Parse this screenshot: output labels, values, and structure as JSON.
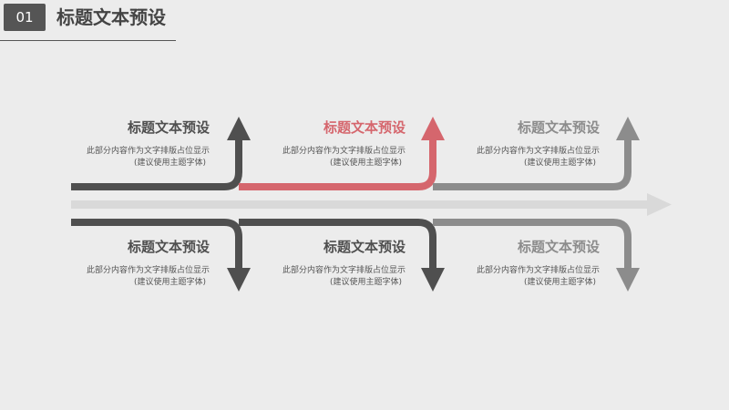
{
  "header": {
    "number": "01",
    "title": "标题文本预设"
  },
  "colors": {
    "dark": "#4f4f4f",
    "accent": "#d5666d",
    "light": "#8c8c8c",
    "track": "#d9d9d9"
  },
  "top_nodes": [
    {
      "title": "标题文本预设",
      "desc_line1": "此部分内容作为文字排版占位显示",
      "desc_line2": "(建议使用主题字体)",
      "color": "#4f4f4f"
    },
    {
      "title": "标题文本预设",
      "desc_line1": "此部分内容作为文字排版占位显示",
      "desc_line2": "(建议使用主题字体)",
      "color": "#d5666d"
    },
    {
      "title": "标题文本预设",
      "desc_line1": "此部分内容作为文字排版占位显示",
      "desc_line2": "(建议使用主题字体)",
      "color": "#8c8c8c"
    }
  ],
  "bottom_nodes": [
    {
      "title": "标题文本预设",
      "desc_line1": "此部分内容作为文字排版占位显示",
      "desc_line2": "(建议使用主题字体)",
      "color": "#4f4f4f"
    },
    {
      "title": "标题文本预设",
      "desc_line1": "此部分内容作为文字排版占位显示",
      "desc_line2": "(建议使用主题字体)",
      "color": "#4f4f4f"
    },
    {
      "title": "标题文本预设",
      "desc_line1": "此部分内容作为文字排版占位显示",
      "desc_line2": "(建议使用主题字体)",
      "color": "#8c8c8c"
    }
  ]
}
